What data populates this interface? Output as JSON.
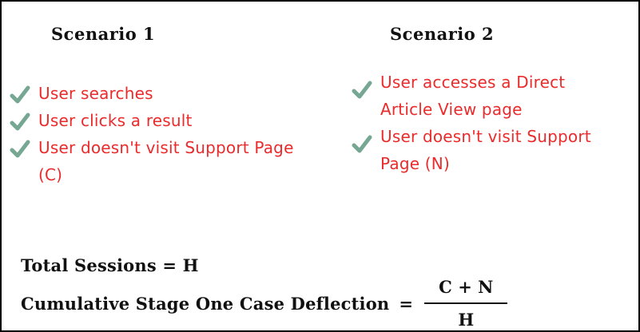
{
  "scenario1": {
    "title": "Scenario 1",
    "items": [
      "User searches",
      "User clicks a result",
      "User doesn't visit Support Page\n(C)"
    ]
  },
  "scenario2": {
    "title": "Scenario 2",
    "items": [
      "User accesses a Direct\nArticle View page",
      "User doesn't visit Support\nPage (N)"
    ]
  },
  "formula": {
    "total_sessions": "Total Sessions = H",
    "deflection_label": "Cumulative Stage One Case Deflection",
    "equals": "=",
    "numerator": "C + N",
    "denominator": "H"
  },
  "icons": {
    "check": "check-mark"
  },
  "colors": {
    "red": "#ea2b2c",
    "check_green": "#76a792",
    "border": "#000000",
    "background": "#ffffff"
  }
}
